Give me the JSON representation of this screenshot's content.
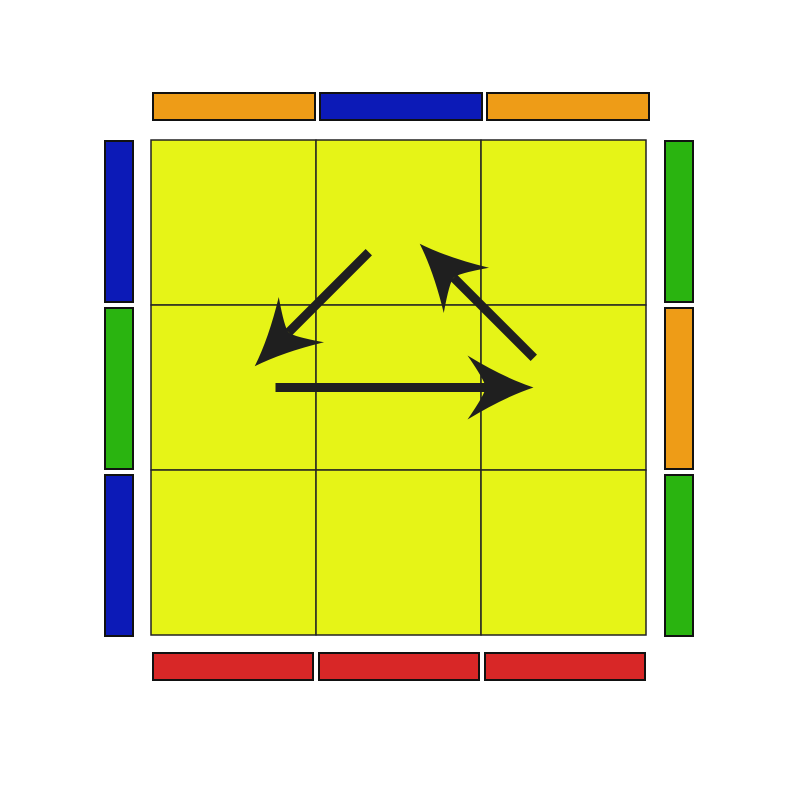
{
  "diagram": {
    "type": "rubiks-cube-last-layer-diagram",
    "face_color": "yellow",
    "colors": {
      "yellow": "#e6f417",
      "orange": "#ee9c17",
      "blue": "#0c1ab7",
      "green": "#2ab410",
      "red": "#d82727",
      "arrow": "#1f1f1f",
      "grid_line": "#222222"
    },
    "top_face": [
      [
        "yellow",
        "yellow",
        "yellow"
      ],
      [
        "yellow",
        "yellow",
        "yellow"
      ],
      [
        "yellow",
        "yellow",
        "yellow"
      ]
    ],
    "side_stickers": {
      "top": [
        "orange",
        "blue",
        "orange"
      ],
      "left": [
        "blue",
        "green",
        "blue"
      ],
      "right": [
        "green",
        "orange",
        "green"
      ],
      "bottom": [
        "red",
        "red",
        "red"
      ]
    },
    "arrows": [
      {
        "from": [
          0,
          1
        ],
        "to": [
          1,
          0
        ]
      },
      {
        "from": [
          1,
          0
        ],
        "to": [
          1,
          2
        ]
      },
      {
        "from": [
          1,
          2
        ],
        "to": [
          0,
          1
        ]
      }
    ]
  }
}
